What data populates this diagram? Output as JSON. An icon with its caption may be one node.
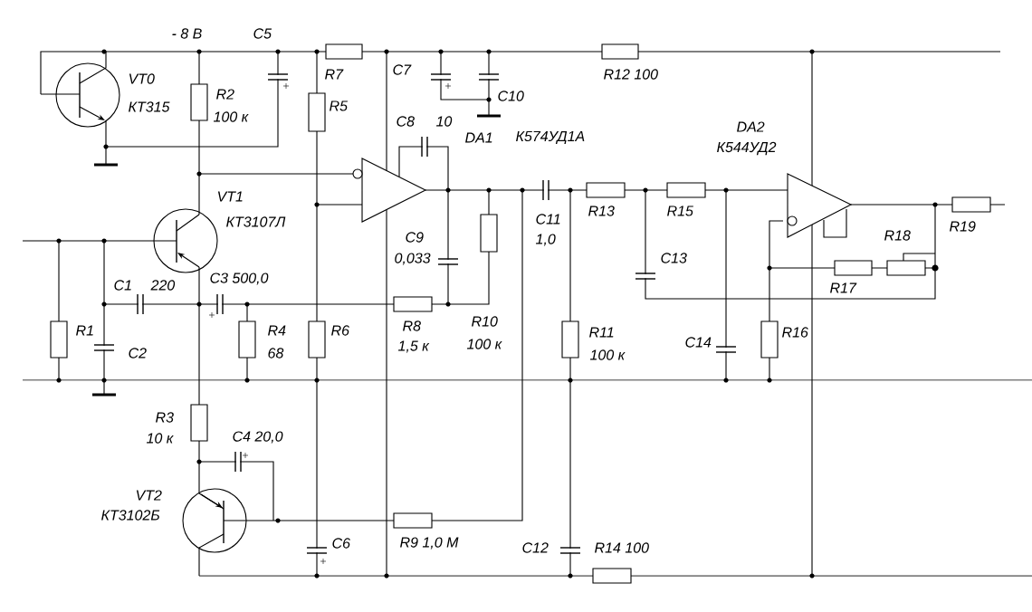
{
  "diagram": {
    "labels": [
      "- 8 В",
      "C5",
      "VT0",
      "КТ315",
      "R7",
      "C7",
      "C10",
      "R12 100",
      "R2",
      "100 к",
      "R5",
      "C8",
      "10",
      "DA1",
      "К574УД1А",
      "DA2",
      "К544УД2",
      "VT1",
      "КТ3107Л",
      "C9",
      "0,033",
      "C11",
      "1,0",
      "R13",
      "R15",
      "R18",
      "R19",
      "C13",
      "C1",
      "220",
      "C3 500,0",
      "R17",
      "R1",
      "C2",
      "R4",
      "68",
      "R6",
      "R8",
      "1,5 к",
      "R10",
      "100 к",
      "R11",
      "100 к",
      "C14",
      "R16",
      "R3",
      "10 к",
      "C4 20,0",
      "VT2",
      "КТ3102Б",
      "C6",
      "R9 1,0 М",
      "C12",
      "R14 100"
    ]
  }
}
